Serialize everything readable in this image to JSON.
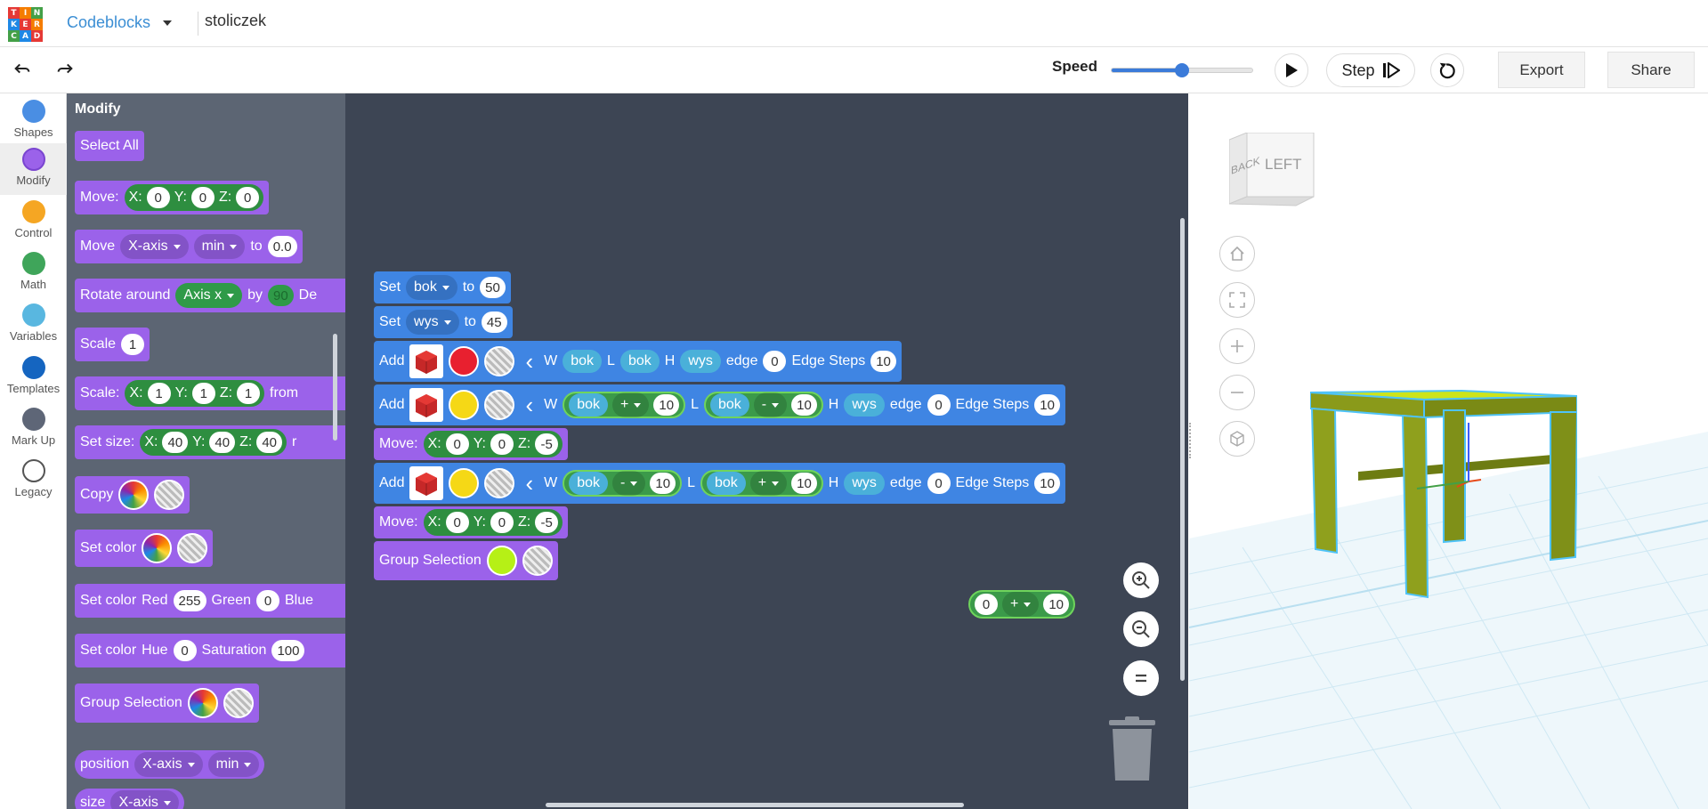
{
  "header": {
    "logo_letters": [
      "T",
      "I",
      "N",
      "K",
      "E",
      "R",
      "C",
      "A",
      "D"
    ],
    "app_name": "Codeblocks",
    "doc_title": "stoliczek"
  },
  "toolbar": {
    "speed_label": "Speed",
    "speed_value": 0.5,
    "step_label": "Step",
    "export_label": "Export",
    "share_label": "Share"
  },
  "categories": [
    {
      "label": "Shapes",
      "color": "#4a8ee3"
    },
    {
      "label": "Modify",
      "color": "#9b62ea"
    },
    {
      "label": "Control",
      "color": "#f5a623"
    },
    {
      "label": "Math",
      "color": "#3fa55a"
    },
    {
      "label": "Variables",
      "color": "#59b7e0"
    },
    {
      "label": "Templates",
      "color": "#1565c0"
    },
    {
      "label": "Mark Up",
      "color": "#5e6677"
    },
    {
      "label": "Legacy",
      "color": "#ffffff"
    }
  ],
  "flyout": {
    "title": "Modify",
    "select_all": "Select All",
    "move": {
      "label": "Move:",
      "x": "X:",
      "xv": "0",
      "y": "Y:",
      "yv": "0",
      "z": "Z:",
      "zv": "0"
    },
    "move_axis": {
      "label": "Move",
      "axis": "X-axis",
      "mode": "min",
      "to": "to",
      "value": "0.0"
    },
    "rotate": {
      "label": "Rotate around",
      "axis": "Axis x",
      "by": "by",
      "value": "90",
      "deg": "De"
    },
    "scale1": {
      "label": "Scale",
      "value": "1"
    },
    "scale2": {
      "label": "Scale:",
      "x": "X:",
      "xv": "1",
      "y": "Y:",
      "yv": "1",
      "z": "Z:",
      "zv": "1",
      "from": "from"
    },
    "setsize": {
      "label": "Set size:",
      "x": "X:",
      "xv": "40",
      "y": "Y:",
      "yv": "40",
      "z": "Z:",
      "zv": "40",
      "tail": "r"
    },
    "copy": "Copy",
    "setcolor": "Set color",
    "setcolor_rgb": {
      "label": "Set color",
      "r": "Red",
      "rv": "255",
      "g": "Green",
      "gv": "0",
      "b": "Blue"
    },
    "setcolor_hsb": {
      "label": "Set color",
      "h": "Hue",
      "hv": "0",
      "s": "Saturation",
      "sv": "100"
    },
    "group": "Group Selection",
    "position": {
      "label": "position",
      "axis": "X-axis",
      "mode": "min"
    },
    "size": {
      "label": "size",
      "axis": "X-axis"
    }
  },
  "workspace": {
    "set1": {
      "label": "Set",
      "var": "bok",
      "to": "to",
      "value": "50"
    },
    "set2": {
      "label": "Set",
      "var": "wys",
      "to": "to",
      "value": "45"
    },
    "add1": {
      "label": "Add",
      "color": "#e8202f",
      "w": "W",
      "wv": "bok",
      "l": "L",
      "lv": "bok",
      "h": "H",
      "hv": "wys",
      "edge": "edge",
      "edgev": "0",
      "steps": "Edge Steps",
      "stepsv": "10"
    },
    "add2": {
      "label": "Add",
      "color": "#f5d816",
      "w": "W",
      "wa": "bok",
      "wop": "+",
      "wb": "10",
      "l": "L",
      "la": "bok",
      "lop": "-",
      "lb": "10",
      "h": "H",
      "hv": "wys",
      "edge": "edge",
      "edgev": "0",
      "steps": "Edge Steps",
      "stepsv": "10"
    },
    "move1": {
      "label": "Move:",
      "x": "X:",
      "xv": "0",
      "y": "Y:",
      "yv": "0",
      "z": "Z:",
      "zv": "-5"
    },
    "add3": {
      "label": "Add",
      "color": "#f5d816",
      "w": "W",
      "wa": "bok",
      "wop": "-",
      "wb": "10",
      "l": "L",
      "la": "bok",
      "lop": "+",
      "lb": "10",
      "h": "H",
      "hv": "wys",
      "edge": "edge",
      "edgev": "0",
      "steps": "Edge Steps",
      "stepsv": "10"
    },
    "move2": {
      "label": "Move:",
      "x": "X:",
      "xv": "0",
      "y": "Y:",
      "yv": "0",
      "z": "Z:",
      "zv": "-5"
    },
    "group": {
      "label": "Group Selection",
      "color": "#b6f016"
    },
    "loose": {
      "a": "0",
      "op": "+",
      "b": "10"
    }
  },
  "view": {
    "cube_back": "BACK",
    "cube_left": "LEFT"
  }
}
